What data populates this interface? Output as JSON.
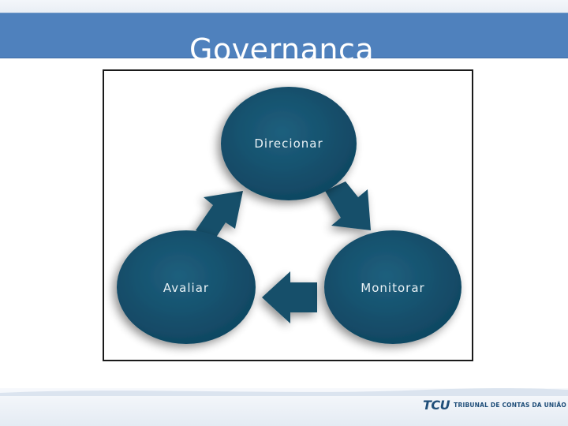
{
  "title": "Governança",
  "diagram": {
    "nodes": [
      {
        "id": "direcionar",
        "label": "Direcionar"
      },
      {
        "id": "monitorar",
        "label": "Monitorar"
      },
      {
        "id": "avaliar",
        "label": "Avaliar"
      }
    ],
    "edges": [
      {
        "from": "direcionar",
        "to": "monitorar"
      },
      {
        "from": "monitorar",
        "to": "avaliar"
      },
      {
        "from": "avaliar",
        "to": "direcionar"
      }
    ],
    "node_color": "#17506b",
    "arrow_color": "#17506b"
  },
  "footer": {
    "logo_mark": "TCU",
    "logo_text": "TRIBUNAL DE CONTAS DA UNIÃO"
  }
}
